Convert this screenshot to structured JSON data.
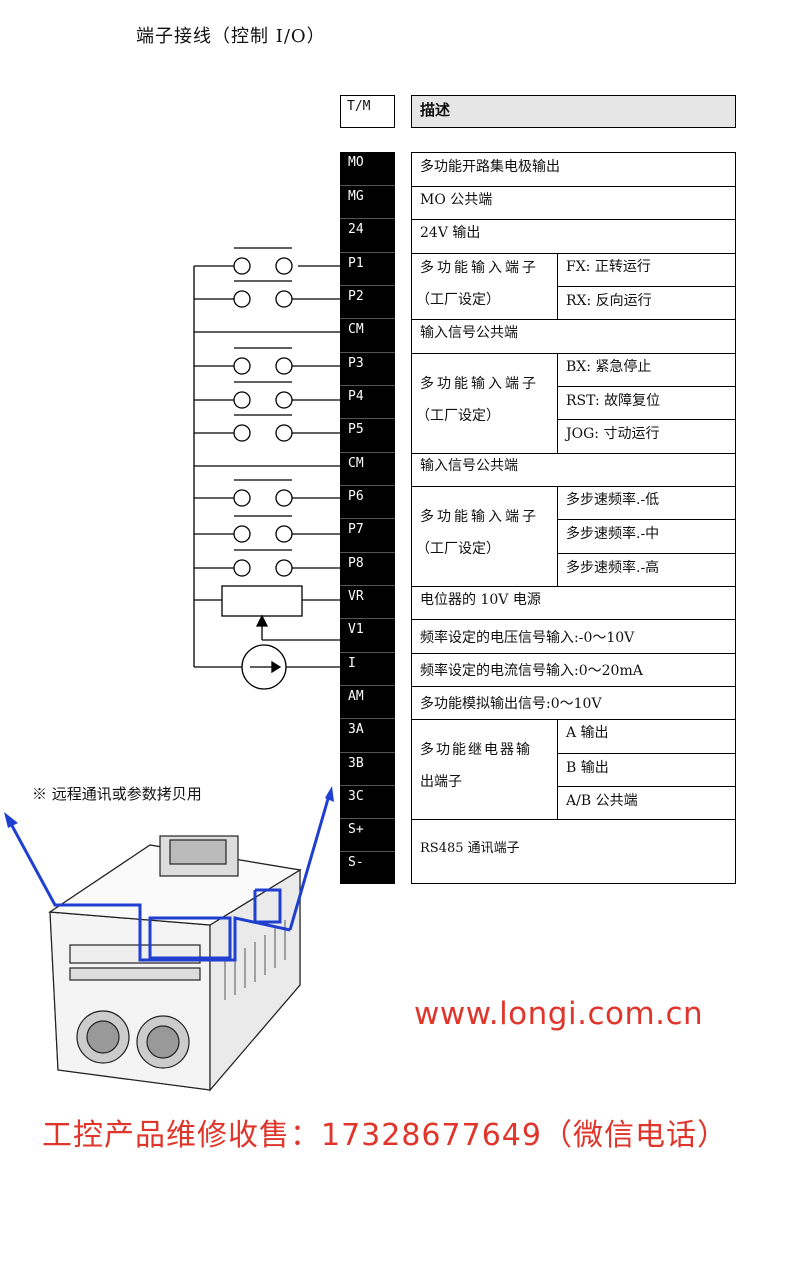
{
  "title": "端子接线（控制 I/O）",
  "header": {
    "tm": "T/M",
    "desc": "描述"
  },
  "terminals": [
    "MO",
    "MG",
    "24",
    "P1",
    "P2",
    "CM",
    "P3",
    "P4",
    "P5",
    "CM",
    "P6",
    "P7",
    "P8",
    "VR",
    "V1",
    "I",
    "AM",
    "3A",
    "3B",
    "3C",
    "S+",
    "S-"
  ],
  "rows": {
    "mo": "多功能开路集电极输出",
    "mg": "MO 公共端",
    "v24": "24V 输出",
    "grp1_main": "多功能输入端子",
    "grp1_sub": "（工厂设定）",
    "p1_fn": "FX: 正转运行",
    "p2_fn": "RX: 反向运行",
    "cm1": "输入信号公共端",
    "grp2_main": "多功能输入端子",
    "grp2_sub": "（工厂设定）",
    "p3_fn": "BX: 紧急停止",
    "p4_fn": "RST: 故障复位",
    "p5_fn": "JOG: 寸动运行",
    "cm2": "输入信号公共端",
    "grp3_main": "多功能输入端子",
    "grp3_sub": "（工厂设定）",
    "p6_fn": "多步速频率.-低",
    "p7_fn": "多步速频率.-中",
    "p8_fn": "多步速频率.-高",
    "vr": "电位器的 10V 电源",
    "v1": "频率设定的电压信号输入:-0～10V",
    "i": "频率设定的电流信号输入:0～20mA",
    "am": "多功能模拟输出信号:0～10V",
    "relay_main": "多功能继电器输",
    "relay_sub": "出端子",
    "a3": "A 输出",
    "b3": "B 输出",
    "c3": "A/B 公共端",
    "rs485": "RS485 通讯端子"
  },
  "note": "※ 远程通讯或参数拷贝用",
  "website": "www.longi.com.cn",
  "contact": "工控产品维修收售：17328677649（微信电话）",
  "colors": {
    "accent_red": "#e0352b",
    "highlight_blue": "#1f3fd1"
  }
}
